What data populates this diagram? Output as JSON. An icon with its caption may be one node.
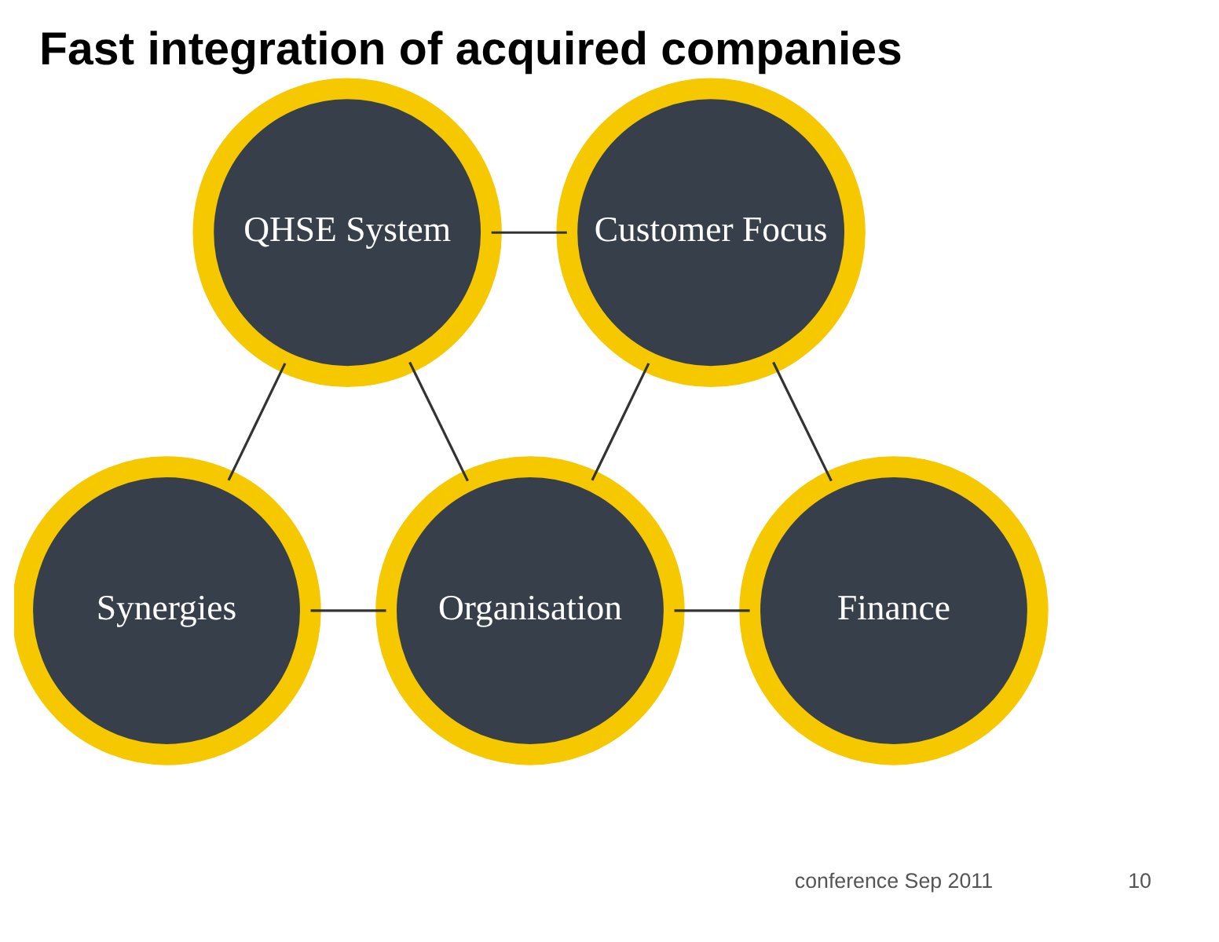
{
  "diagram": {
    "title": "Fast integration of acquired companies",
    "nodes": [
      {
        "text": [
          "QHSE System"
        ]
      },
      {
        "text": [
          "Customer Focus"
        ]
      },
      {
        "text": [
          "Synergies"
        ]
      },
      {
        "text": [
          "Organisation"
        ]
      },
      {
        "text": [
          "Finance"
        ]
      }
    ],
    "edges": [
      {
        "from": 0,
        "to": 1,
        "arrow": "none"
      },
      {
        "from": 0,
        "to": 2,
        "arrow": "none"
      },
      {
        "from": 0,
        "to": 3,
        "arrow": "none"
      },
      {
        "from": 1,
        "to": 3,
        "arrow": "none"
      },
      {
        "from": 1,
        "to": 4,
        "arrow": "none"
      },
      {
        "from": 2,
        "to": 3,
        "arrow": "none"
      },
      {
        "from": 3,
        "to": 4,
        "arrow": "none"
      }
    ],
    "labels": [
      "conference Sep 2011",
      "10"
    ]
  }
}
